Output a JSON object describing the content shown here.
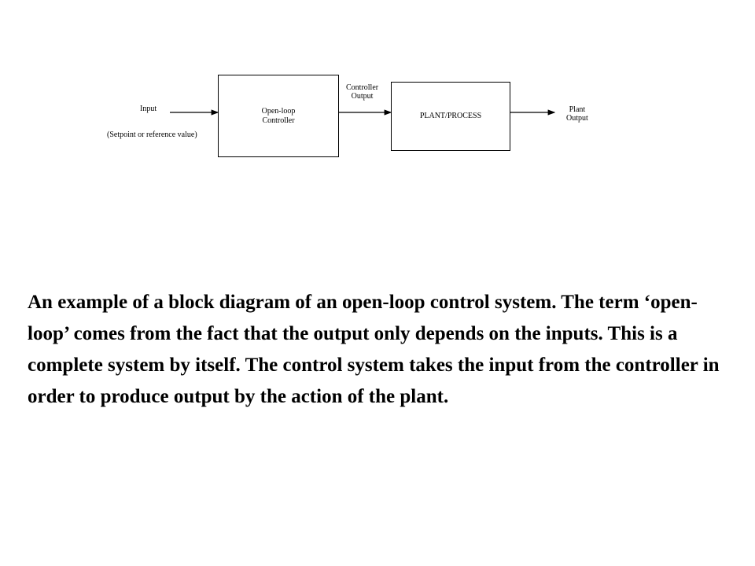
{
  "diagram": {
    "input_label": "Input",
    "setpoint_label": "(Setpoint or reference value)",
    "controller_block": "Open-loop\nController",
    "controller_output_label": "Controller\nOutput",
    "plant_block": "PLANT/PROCESS",
    "plant_output_label": "Plant\nOutput"
  },
  "caption": "An example of a block diagram of an open-loop control system. The term ‘open-loop’ comes from the fact that the output only depends on the inputs. This is a complete system by itself. The control system takes the input from the controller in order to produce output by the action of the plant."
}
